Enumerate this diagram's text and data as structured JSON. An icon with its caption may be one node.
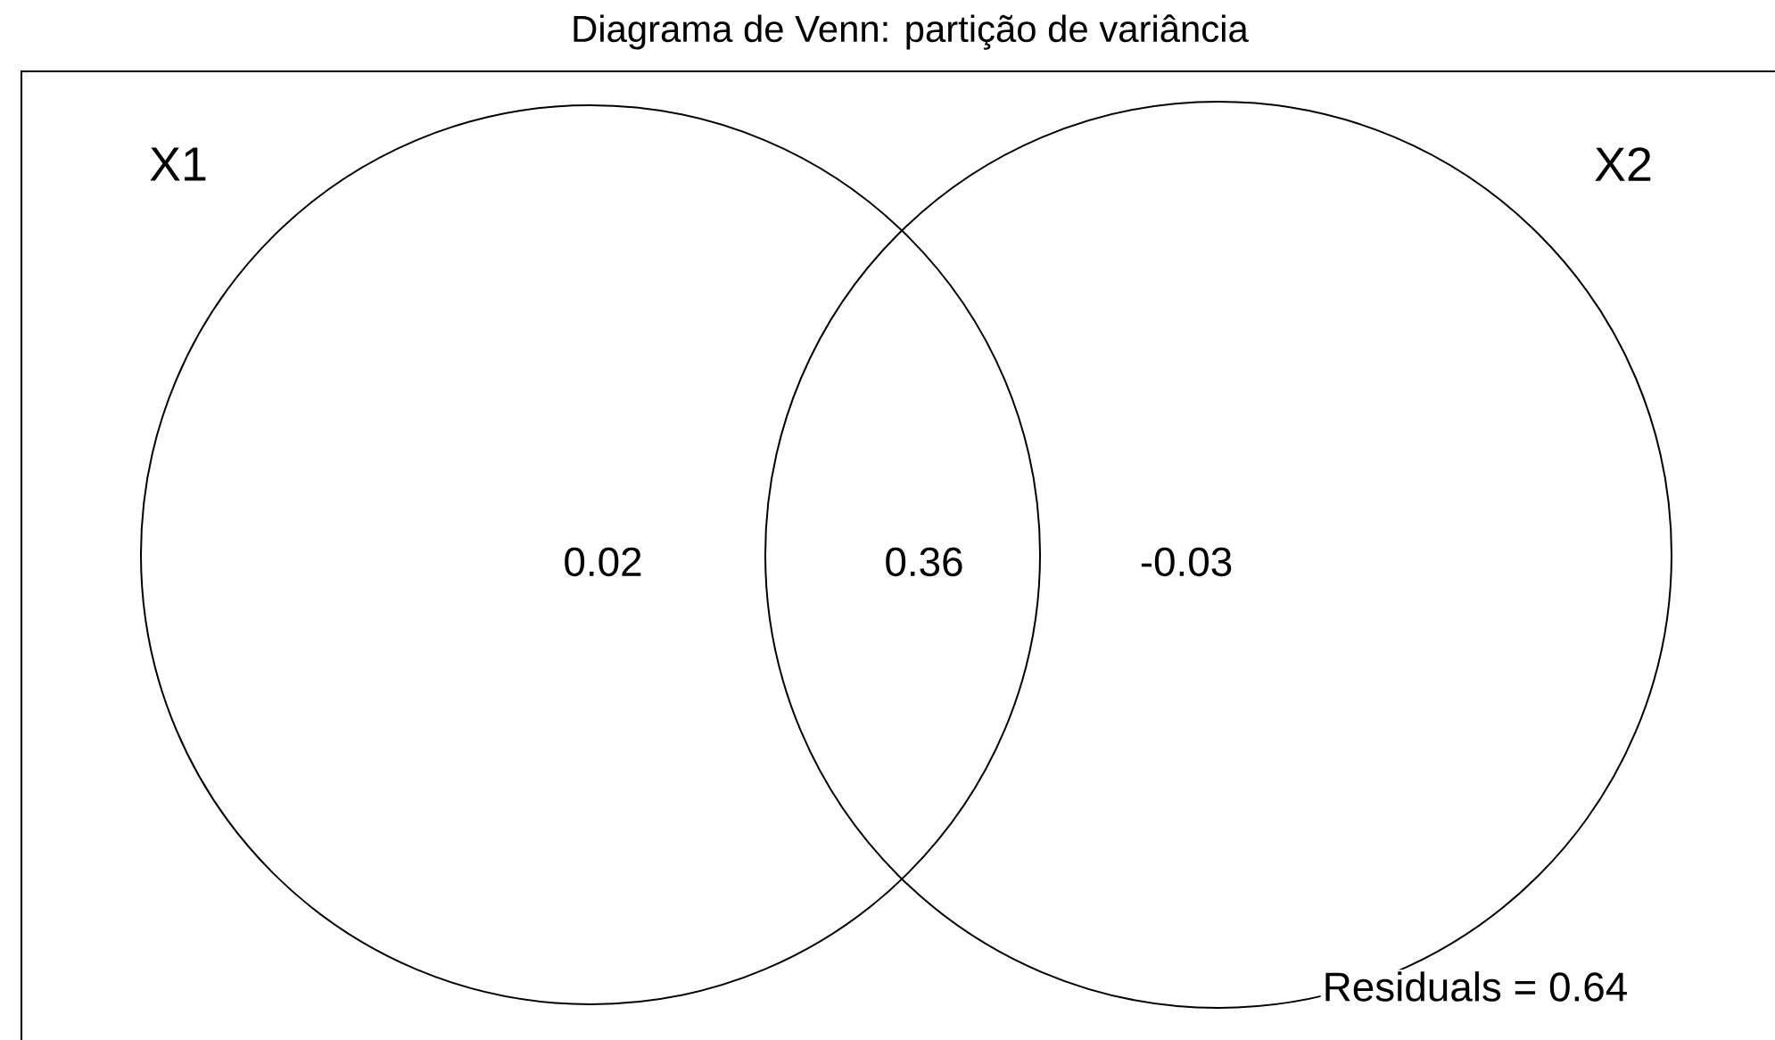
{
  "diagram": {
    "title": "Diagrama de Venn: partição de variância",
    "nodes": [
      {
        "text": [
          "X1"
        ]
      },
      {
        "text": [
          "X2"
        ]
      }
    ],
    "labels": [
      "0.02",
      "0.36",
      "-0.03",
      "Residuals =  0.64"
    ]
  }
}
